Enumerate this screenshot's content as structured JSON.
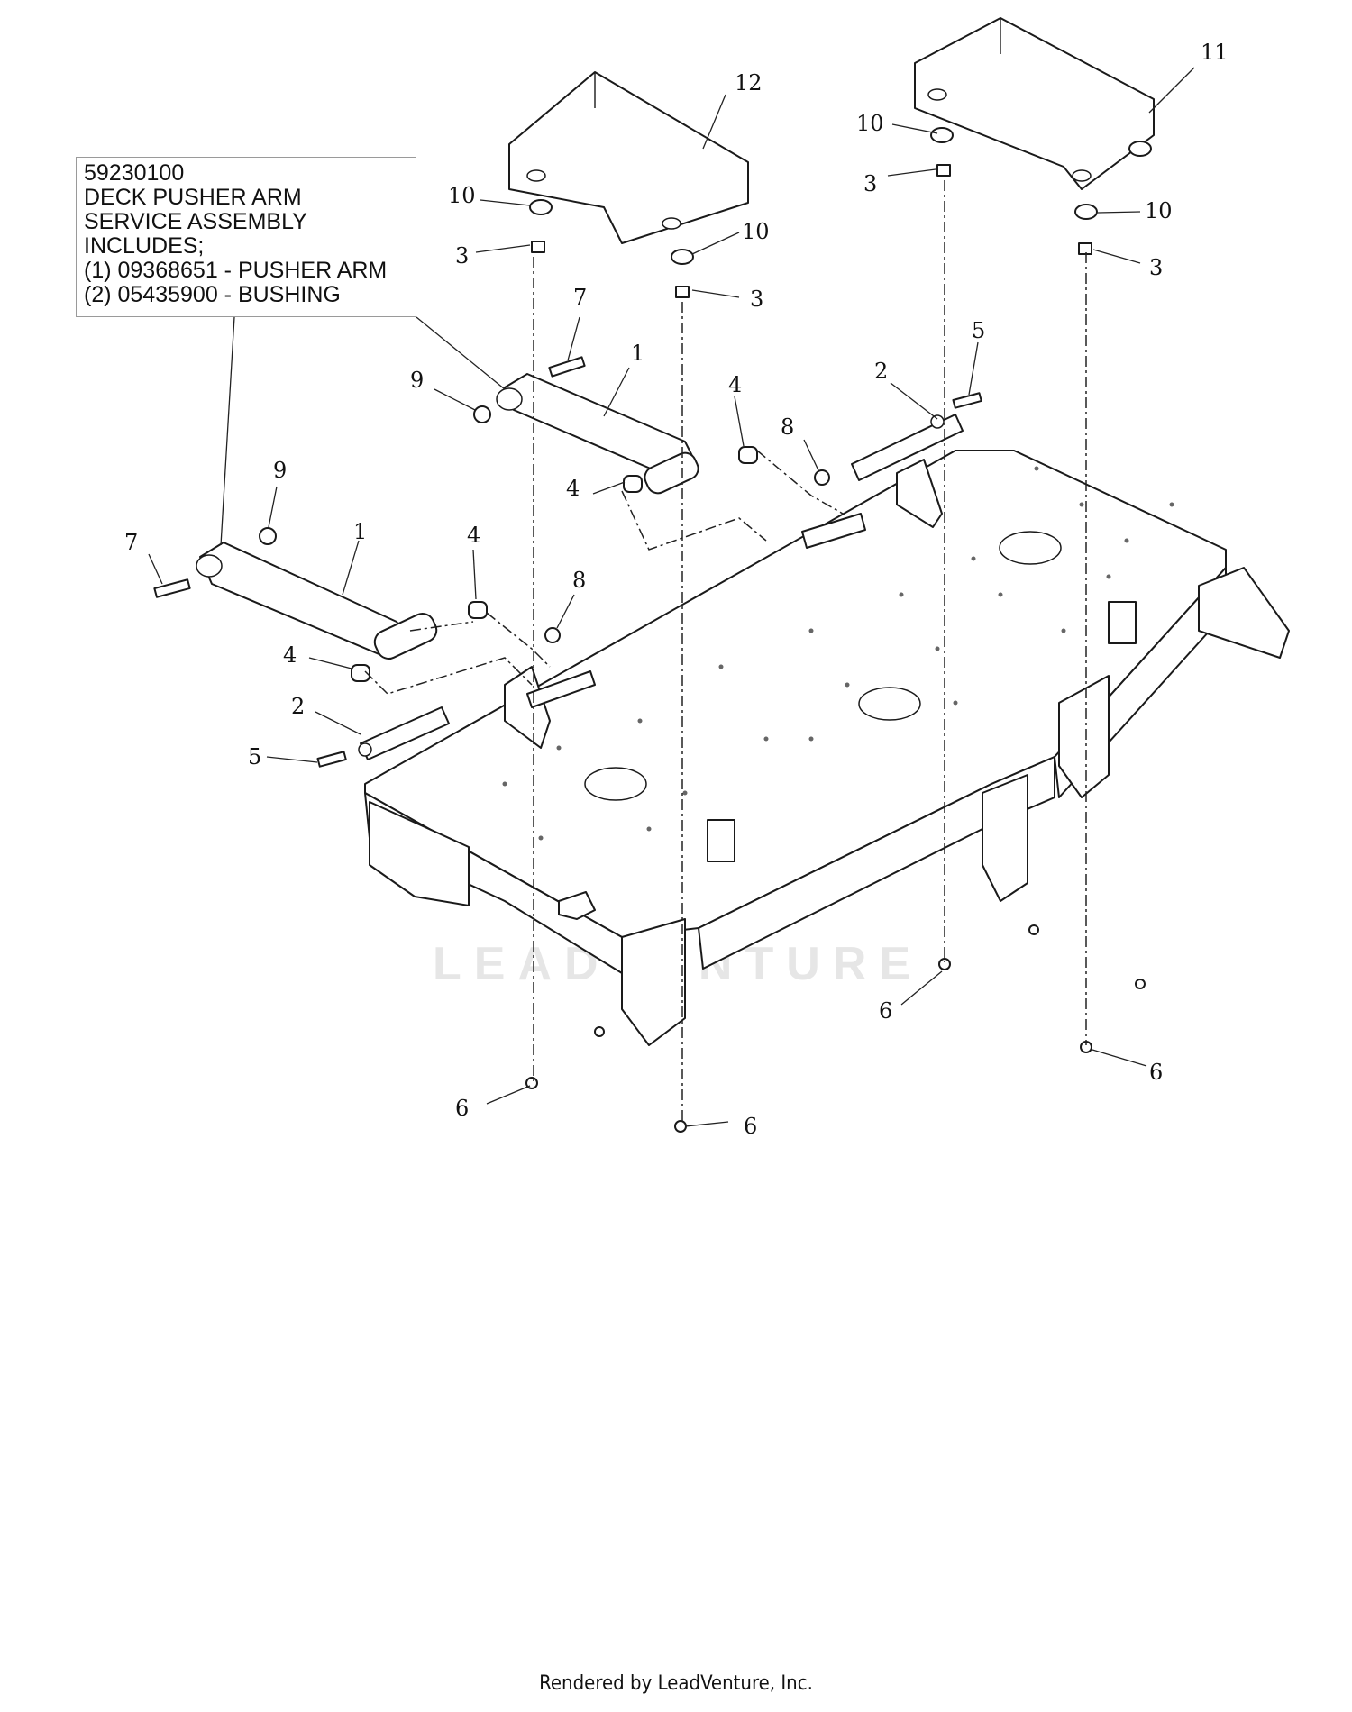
{
  "note": {
    "lines": [
      "59230100",
      "DECK PUSHER ARM",
      "SERVICE ASSEMBLY",
      "INCLUDES;",
      "(1) 09368651 - PUSHER ARM",
      "(2) 05435900 - BUSHING"
    ]
  },
  "callouts": [
    "12",
    "11",
    "10",
    "3",
    "10",
    "3",
    "10",
    "3",
    "10",
    "3",
    "7",
    "1",
    "9",
    "5",
    "2",
    "4",
    "8",
    "4",
    "9",
    "7",
    "1",
    "4",
    "8",
    "4",
    "2",
    "5",
    "6",
    "6",
    "6",
    "6"
  ],
  "watermark": "LEADVENTURE",
  "footer": "Rendered by LeadVenture, Inc."
}
